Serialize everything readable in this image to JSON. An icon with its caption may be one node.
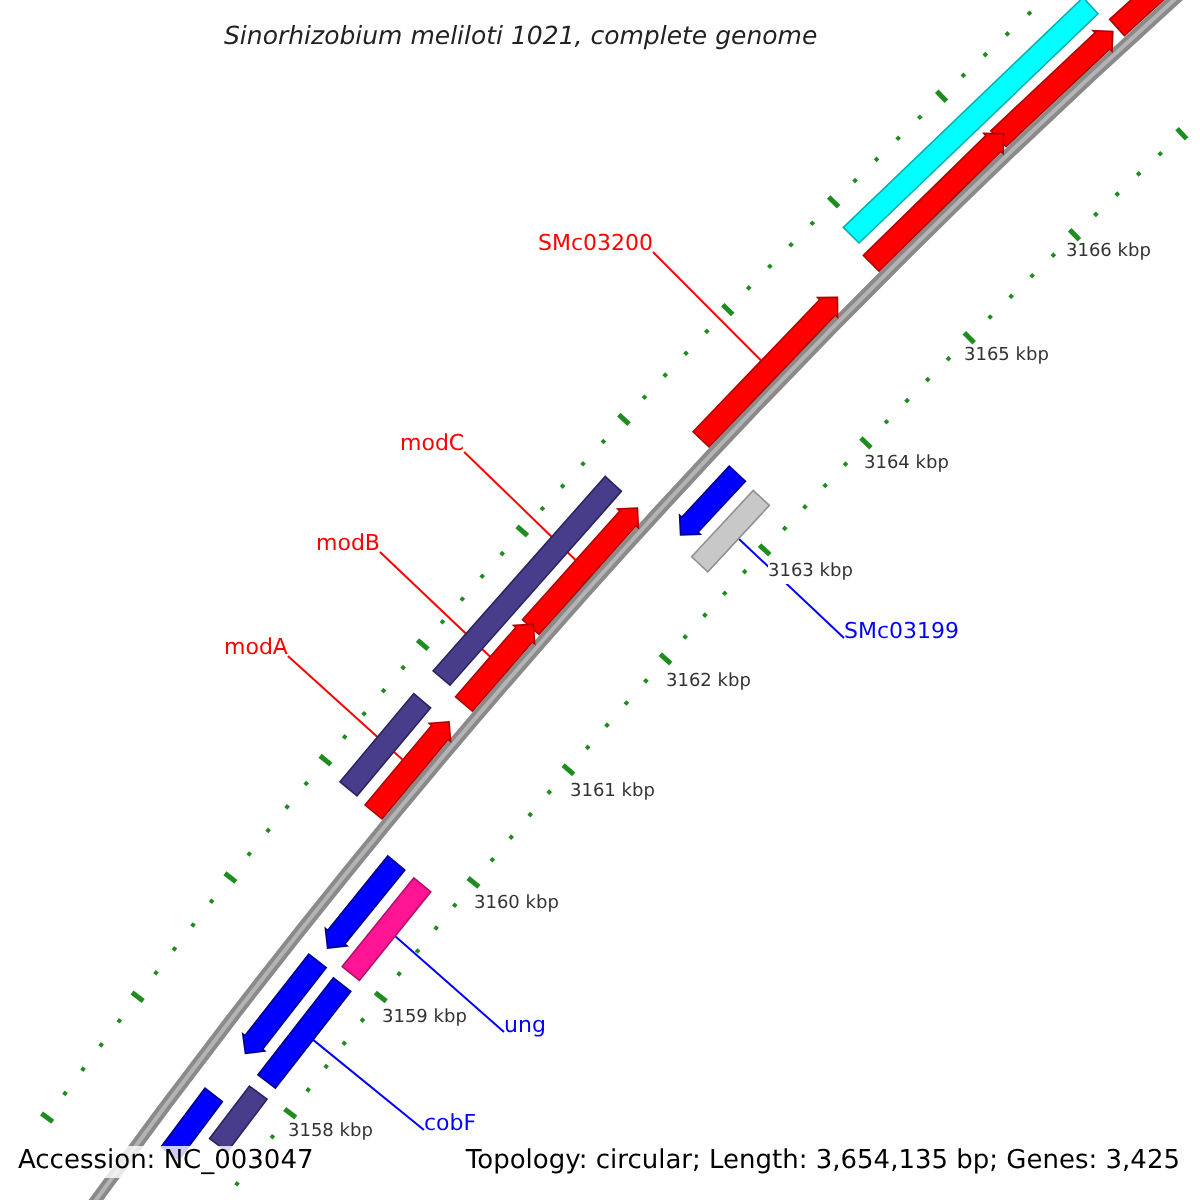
{
  "diagram": {
    "title": "Sinorhizobium meliloti 1021, complete genome",
    "nodes": [
      {
        "text": [
          "SMc03200"
        ]
      },
      {
        "text": [
          "modC"
        ]
      },
      {
        "text": [
          "modB"
        ]
      },
      {
        "text": [
          "modA"
        ]
      },
      {
        "text": [
          "SMc03199"
        ]
      },
      {
        "text": [
          "ung"
        ]
      },
      {
        "text": [
          "cobF"
        ]
      },
      {
        "text": [],
        "shape": "bar"
      },
      {
        "text": [],
        "shape": "bar"
      },
      {
        "text": [],
        "shape": "bar"
      },
      {
        "text": [],
        "shape": "bar"
      },
      {
        "text": [],
        "shape": "bar"
      },
      {
        "text": [],
        "shape": "bar"
      },
      {
        "text": [],
        "shape": "bar"
      },
      {
        "text": [],
        "shape": "bar"
      },
      {
        "text": [],
        "shape": "bar"
      },
      {
        "text": [],
        "shape": "bar"
      },
      {
        "text": [],
        "shape": "bar"
      },
      {
        "text": [],
        "shape": "bar"
      },
      {
        "text": [],
        "shape": "bar"
      },
      {
        "text": [],
        "shape": "bar"
      },
      {
        "text": [],
        "shape": "bar"
      },
      {
        "text": [],
        "shape": "bar"
      },
      {
        "text": [],
        "shape": "bar"
      },
      {
        "text": [],
        "shape": "bar"
      }
    ],
    "edges": [
      {
        "from": 0,
        "to": 7,
        "arrow": "none"
      },
      {
        "from": 1,
        "to": 8,
        "arrow": "none"
      },
      {
        "from": 2,
        "to": 9,
        "arrow": "none"
      },
      {
        "from": 3,
        "to": 10,
        "arrow": "none"
      },
      {
        "from": 4,
        "to": 11,
        "arrow": "none",
        "color": "#0000ff"
      },
      {
        "from": 5,
        "to": 12,
        "arrow": "none",
        "color": "#0000ff"
      },
      {
        "from": 6,
        "to": 13,
        "arrow": "none",
        "color": "#0000ff"
      }
    ],
    "labels": [
      "3166 kbp",
      "3165 kbp",
      "3164 kbp",
      "3163 kbp",
      "3162 kbp",
      "3161 kbp",
      "3160 kbp",
      "3159 kbp",
      "3158 kbp",
      "Accession: NC_003047",
      "Topology: circular; Length: 3,654,135 bp; Genes: 3,425"
    ]
  }
}
